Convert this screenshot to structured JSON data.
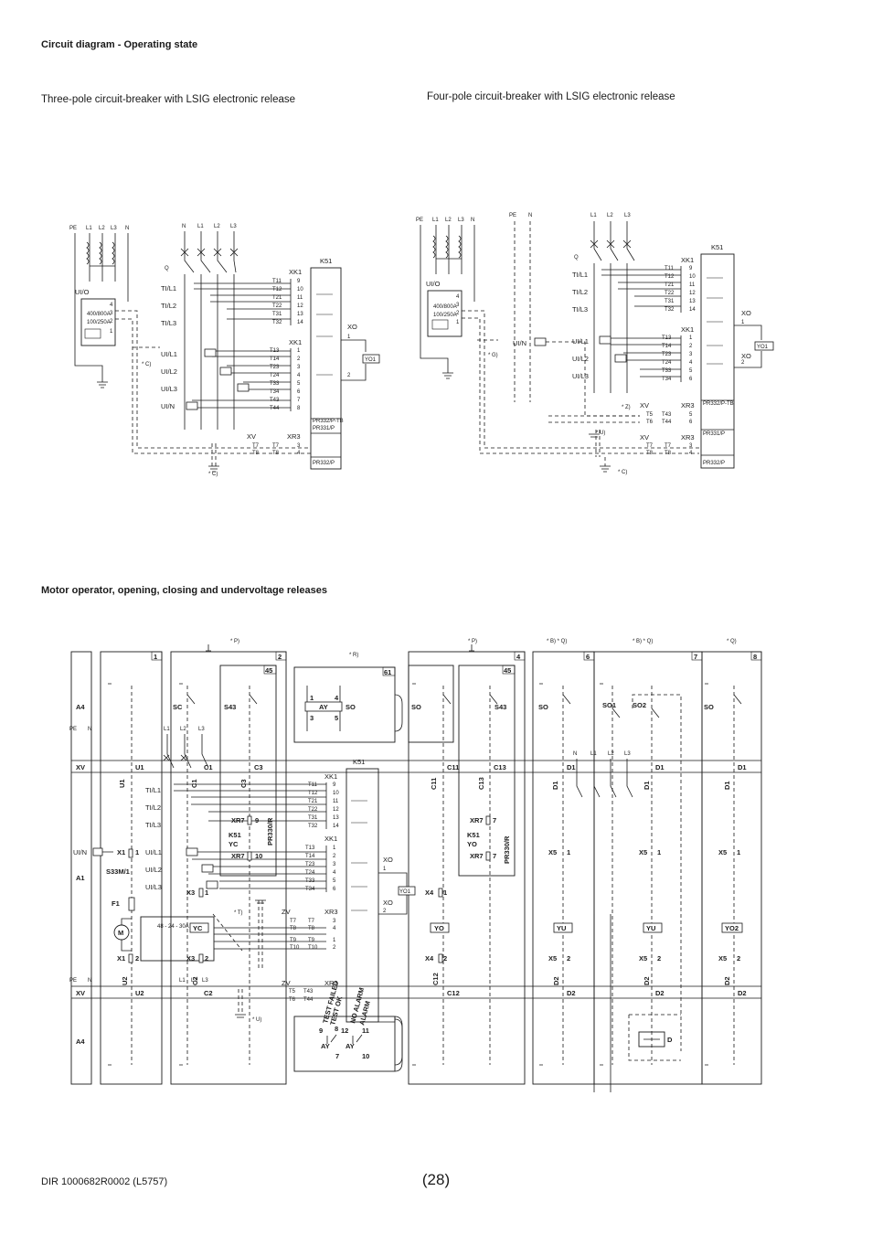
{
  "page": {
    "heading": "Circuit diagram - Operating state",
    "caption_three_pole": "Three-pole circuit-breaker with LSIG electronic release",
    "caption_four_pole": "Four-pole circuit-breaker with LSIG electronic release",
    "section_heading": "Motor operator, opening, closing and undervoltage releases",
    "footer_code": "DIR 1000682R0002 (L5757)",
    "page_number": "(28)"
  },
  "three_pole": {
    "supply": [
      "PE",
      "L1",
      "L2",
      "L3",
      "N"
    ],
    "main_lines": [
      "N",
      "L1",
      "L2",
      "L3"
    ],
    "q": "Q",
    "uio": "UI/O",
    "ui_ratings": [
      "400/800A",
      "100/250A"
    ],
    "ui_pins": [
      "4",
      "3",
      "2",
      "1"
    ],
    "ti_labels": [
      "TI/L1",
      "TI/L2",
      "TI/L3"
    ],
    "ui_labels": [
      "UI/L1",
      "UI/L2",
      "UI/L3",
      "UI/N"
    ],
    "xk1": "XK1",
    "terms_top": [
      "T11",
      "T12",
      "T21",
      "T22",
      "T31",
      "T32"
    ],
    "pins_top": [
      "9",
      "10",
      "11",
      "12",
      "13",
      "14"
    ],
    "terms_bot": [
      "T13",
      "T14",
      "T23",
      "T24",
      "T33",
      "T34",
      "T43",
      "T44"
    ],
    "pins_bot": [
      "1",
      "2",
      "3",
      "4",
      "5",
      "6",
      "7",
      "8"
    ],
    "k51": "K51",
    "xo": "XO",
    "yo1": "YO1",
    "xo_pins": [
      "1",
      "2"
    ],
    "xv": "XV",
    "xr3": "XR3",
    "xv_terms": [
      "T7",
      "T8"
    ],
    "xr3_pins": [
      "3",
      "4"
    ],
    "relay_labels": [
      "PR332/P-TB",
      "PR331/P",
      "PR332/P"
    ],
    "notes": [
      "* C)",
      "* C)"
    ]
  },
  "four_pole": {
    "supply": [
      "PE",
      "L1",
      "L2",
      "L3",
      "N"
    ],
    "pe_n": [
      "PE",
      "N"
    ],
    "main_lines": [
      "L1",
      "L2",
      "L3"
    ],
    "q": "Q",
    "uio": "UI/O",
    "ui_ratings": [
      "400/800A",
      "100/250A"
    ],
    "ui_pins": [
      "4",
      "3",
      "2",
      "1"
    ],
    "ti_labels": [
      "TI/L1",
      "TI/L2",
      "TI/L3"
    ],
    "ui_labels": [
      "UI/L1",
      "UI/L2",
      "UI/L3"
    ],
    "uin": "UI/N",
    "xk1": "XK1",
    "terms_top": [
      "T11",
      "T12",
      "T21",
      "T22",
      "T31",
      "T32"
    ],
    "pins_top": [
      "9",
      "10",
      "11",
      "12",
      "13",
      "14"
    ],
    "terms_bot": [
      "T13",
      "T14",
      "T23",
      "T24",
      "T33",
      "T34"
    ],
    "pins_bot": [
      "1",
      "2",
      "3",
      "4",
      "5",
      "6"
    ],
    "k51": "K51",
    "xo": "XO",
    "yo1": "YO1",
    "xo_pins": [
      "1",
      "2"
    ],
    "xv": "XV",
    "xr3": "XR3",
    "xv_terms_a": [
      "T5",
      "T6"
    ],
    "xv_terms_b": [
      "T43",
      "T44"
    ],
    "xr3_pins_a": [
      "5",
      "6"
    ],
    "xv_terms_c": [
      "T7",
      "T8"
    ],
    "xr3_pins_c": [
      "3",
      "4"
    ],
    "relay_labels": [
      "PR332/P-TB",
      "PR331/P",
      "PR332/P"
    ],
    "notes": [
      "* G)",
      "* Z)",
      "* U)",
      "* C)"
    ]
  },
  "motor": {
    "rows": [
      "A4",
      "XV",
      "A1",
      "XV",
      "A4"
    ],
    "pe_n": [
      "PE",
      "N"
    ],
    "notes_top": [
      "* P)",
      "* R)",
      "* P)",
      "* B) * Q)",
      "* B) * Q)",
      "* Q)"
    ],
    "sections": [
      "1",
      "2",
      "4",
      "6",
      "7",
      "8"
    ],
    "box45": "45",
    "box61": "61",
    "sc": "SC",
    "s43": "S43",
    "so": "SO",
    "ay": "AY",
    "ay_pins": [
      "1",
      "4",
      "3",
      "5"
    ],
    "so1": "SO1",
    "so2": "SO2",
    "l_lines": [
      "L1",
      "L2",
      "L3"
    ],
    "nl": [
      "N",
      "L1",
      "L2",
      "L3"
    ],
    "xv_points": [
      "U1",
      "C1",
      "C3",
      "C11",
      "C13",
      "D1",
      "D1",
      "D1"
    ],
    "col_labels_top": [
      "U1",
      "C1",
      "C3",
      "C11",
      "C13",
      "D1",
      "D1",
      "D1"
    ],
    "k51": "K51",
    "xk1": "XK1",
    "terms_top": [
      "T11",
      "T12",
      "T21",
      "T22",
      "T31",
      "T32"
    ],
    "pins_top": [
      "9",
      "10",
      "11",
      "12",
      "13",
      "14"
    ],
    "terms_bot": [
      "T13",
      "T14",
      "T23",
      "T24",
      "T33",
      "T34"
    ],
    "pins_bot": [
      "1",
      "2",
      "3",
      "4",
      "5",
      "6"
    ],
    "ti_labels": [
      "TI/L1",
      "TI/L2",
      "TI/L3"
    ],
    "ui_labels": [
      "UI/N",
      "UI/L1",
      "UI/L2",
      "UI/L3"
    ],
    "xr7": "XR7",
    "xr7_pins": [
      "9",
      "10",
      "7"
    ],
    "k51_yc": [
      "K51",
      "YC"
    ],
    "k51_yo": [
      "K51",
      "YO"
    ],
    "pr330": "PR330/R",
    "x1": "X1",
    "x1_pins": [
      "1",
      "2"
    ],
    "s33m": "S33M/1",
    "f1": "F1",
    "m": "M",
    "yc": "YC",
    "x3": "X3",
    "x3_pins": [
      "1",
      "2"
    ],
    "x4": "X4",
    "x4_pins": [
      "1",
      "2"
    ],
    "x5": "X5",
    "x5_pins": [
      "1",
      "2"
    ],
    "yo": "YO",
    "yu": "YU",
    "yo2": "YO2",
    "xo": "XO",
    "yo1": "YO1",
    "xo_pins": [
      "1",
      "2"
    ],
    "zv": "ZV",
    "xr3": "XR3",
    "zv_terms": [
      "T7",
      "T8",
      "T9",
      "T10"
    ],
    "zv_pins": [
      "3",
      "4",
      "1",
      "2"
    ],
    "xv_terms": [
      "T5",
      "T6",
      "T43",
      "T44"
    ],
    "xv_points_bot": [
      "U2",
      "C2",
      "C12",
      "D2",
      "D2",
      "D2"
    ],
    "col_labels_bot": [
      "U2",
      "C2",
      "C12",
      "D2",
      "D2",
      "D2"
    ],
    "test_labels": [
      "TEST FAILED",
      "TEST OK",
      "NO ALARM",
      "ALARM"
    ],
    "ay_bot_pins": [
      "9",
      "8",
      "12",
      "11",
      "7",
      "10"
    ],
    "d": "D",
    "notes_mid": [
      "* T)",
      "* U)"
    ],
    "rating_text": "48 - 24 - 30A"
  }
}
